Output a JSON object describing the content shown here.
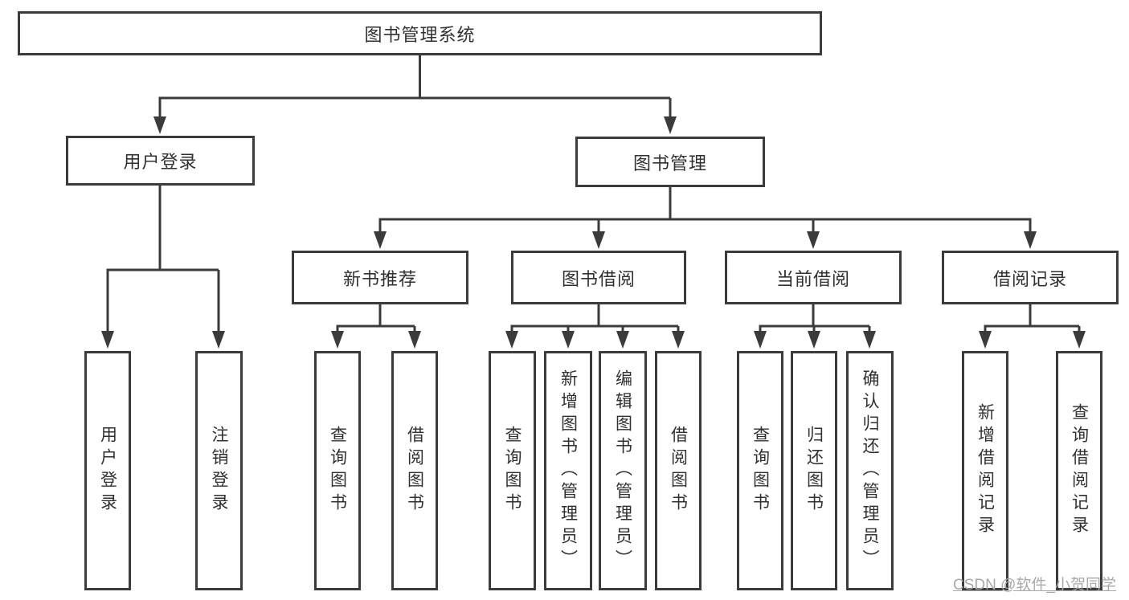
{
  "tree": {
    "root": "图书管理系统",
    "user_login": {
      "label": "用户登录",
      "children": [
        "用户登录",
        "注销登录"
      ]
    },
    "book_management": {
      "label": "图书管理",
      "sections": [
        {
          "label": "新书推荐",
          "children": [
            "查询图书",
            "借阅图书"
          ]
        },
        {
          "label": "图书借阅",
          "children": [
            "查询图书",
            "新增图书（管理员）",
            "编辑图书（管理员）",
            "借阅图书"
          ]
        },
        {
          "label": "当前借阅",
          "children": [
            "查询图书",
            "归还图书",
            "确认归还（管理员）"
          ]
        },
        {
          "label": "借阅记录",
          "children": [
            "新增借阅记录",
            "查询借阅记录"
          ]
        }
      ]
    }
  },
  "watermark": "CSDN @软件_小贺同学",
  "colors": {
    "line": "#3b3b3b",
    "text": "#303030",
    "watermark": "#a9a9a9",
    "background": "#ffffff"
  }
}
